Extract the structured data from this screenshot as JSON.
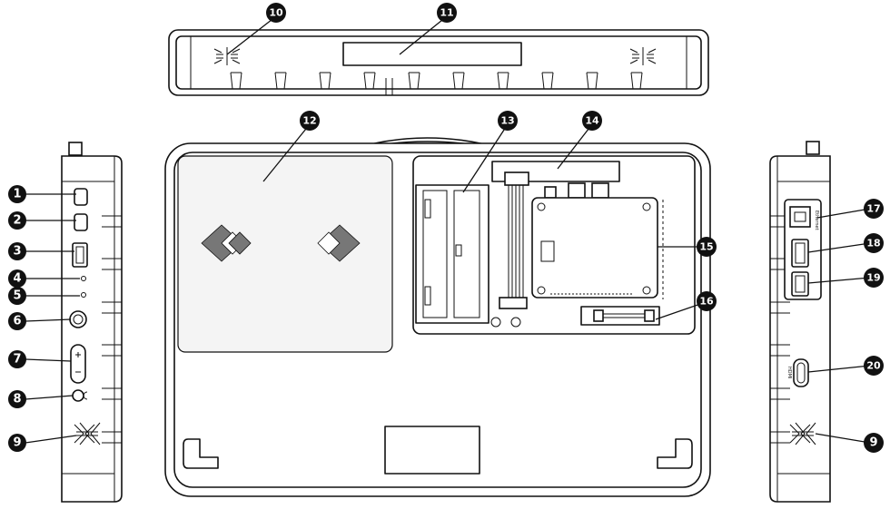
{
  "callouts": {
    "c1": "1",
    "c2": "2",
    "c3": "3",
    "c4": "4",
    "c5": "5",
    "c6": "6",
    "c7": "7",
    "c8": "8",
    "c9": "9",
    "c10": "10",
    "c11": "11",
    "c12": "12",
    "c13": "13",
    "c14": "14",
    "c15": "15",
    "c16": "16",
    "c17": "17",
    "c18": "18",
    "c19": "19",
    "c20": "20",
    "c9b": "9"
  },
  "port_labels": {
    "ethernet": "Ethernet",
    "hdmi": "HDMI"
  },
  "colors": {
    "line": "#111111",
    "callout": "#111111",
    "background": "#ffffff"
  }
}
